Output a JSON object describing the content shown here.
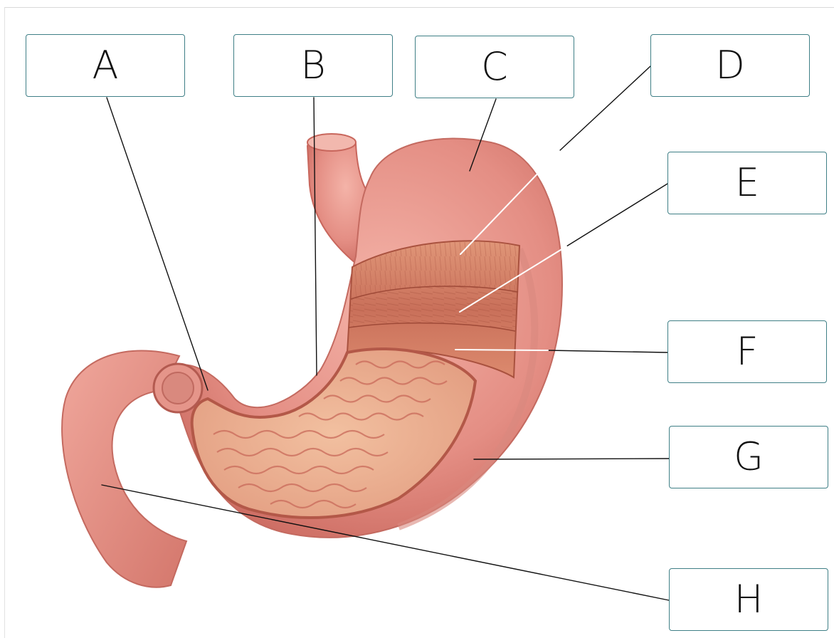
{
  "labels": {
    "a": "A",
    "b": "B",
    "c": "C",
    "d": "D",
    "e": "E",
    "f": "F",
    "g": "G",
    "h": "H"
  },
  "colors": {
    "box_border": "#3f7f86",
    "leader_line": "#111111",
    "stomach_outer": "#e48e84",
    "stomach_shadow": "#c8665c",
    "muscle_layer": "#d27a64",
    "mucosa": "#eaa889",
    "rugae": "#c96a5a"
  }
}
